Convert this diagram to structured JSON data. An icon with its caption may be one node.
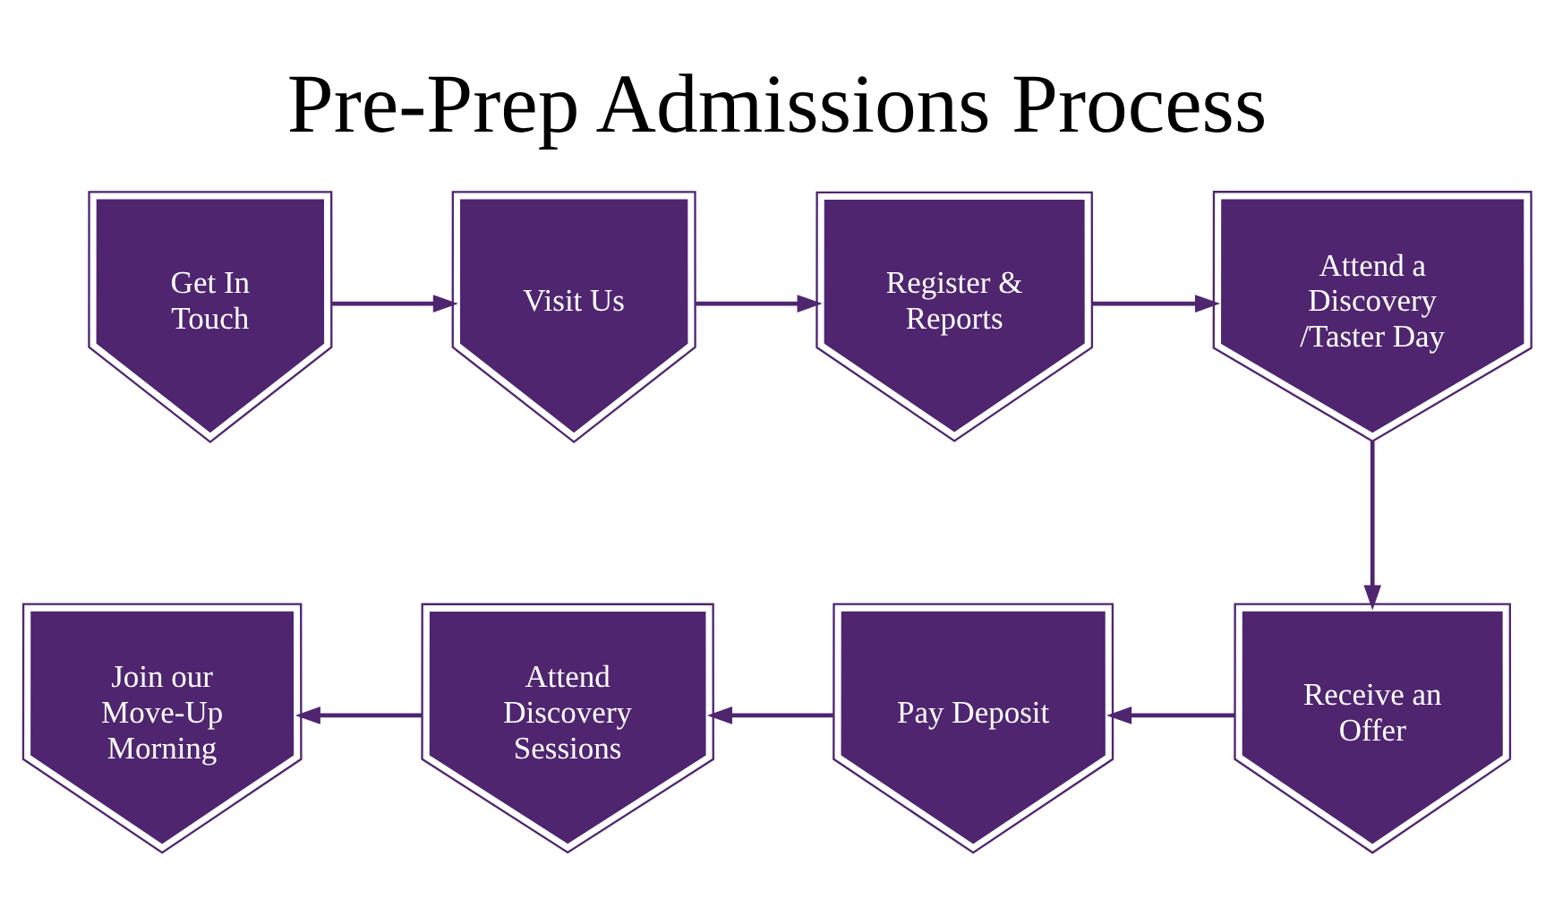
{
  "diagram": {
    "title": "Pre-Prep Admissions Process",
    "nodes": [
      {
        "text": [
          "Get In Touch"
        ]
      },
      {
        "text": [
          "Visit Us"
        ]
      },
      {
        "text": [
          "Register & Reports"
        ]
      },
      {
        "text": [
          "Attend a Discovery /Taster Day"
        ]
      },
      {
        "text": [
          "Join our Move-Up Morning"
        ]
      },
      {
        "text": [
          "Attend Discovery Sessions"
        ]
      },
      {
        "text": [
          "Pay Deposit"
        ]
      },
      {
        "text": [
          "Receive an Offer"
        ]
      }
    ],
    "edges": [
      {
        "from": 0,
        "to": 1,
        "arrow": "to"
      },
      {
        "from": 1,
        "to": 2,
        "arrow": "to"
      },
      {
        "from": 2,
        "to": 3,
        "arrow": "to"
      },
      {
        "from": 3,
        "to": 7,
        "arrow": "to"
      },
      {
        "from": 7,
        "to": 6,
        "arrow": "to"
      },
      {
        "from": 6,
        "to": 5,
        "arrow": "to"
      },
      {
        "from": 5,
        "to": 4,
        "arrow": "to"
      }
    ]
  }
}
